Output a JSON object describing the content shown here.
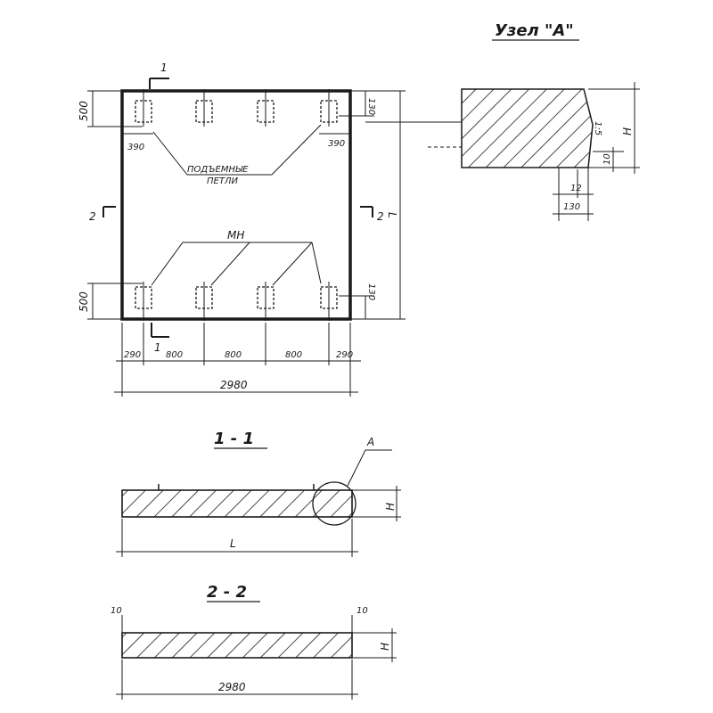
{
  "detail": {
    "title": "Узел \"А\"",
    "h": "H",
    "slope": "1:5",
    "d10": "10",
    "d12": "12",
    "d130": "130"
  },
  "plan": {
    "cut1": "1",
    "cut2": "2",
    "dim_500_top": "500",
    "dim_500_bottom": "500",
    "dim_130_top": "130",
    "dim_130_bottom": "130",
    "dim_390_left": "390",
    "dim_390_right": "390",
    "label_loops_1": "ПОДЪЕМНЫЕ",
    "label_loops_2": "ПЕТЛИ",
    "label_mn": "МН",
    "dim_L": "L",
    "spans": [
      "290",
      "800",
      "800",
      "800",
      "290"
    ],
    "total": "2980"
  },
  "section11": {
    "title": "1 - 1",
    "callout": "А",
    "h": "H",
    "length": "L"
  },
  "section22": {
    "title": "2 - 2",
    "left10": "10",
    "right10": "10",
    "h": "H",
    "length": "2980"
  }
}
